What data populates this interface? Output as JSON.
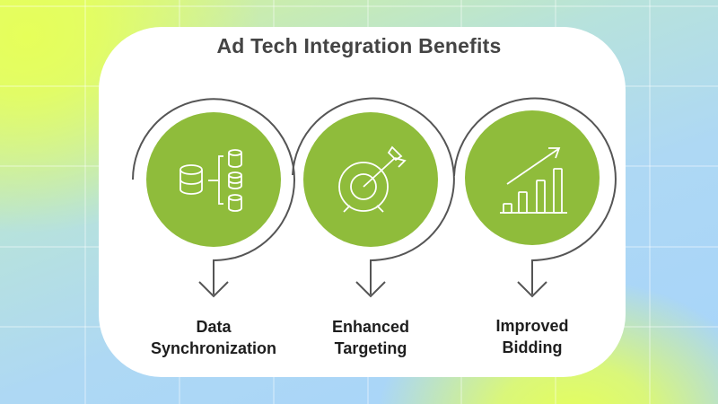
{
  "title": "Ad Tech Integration Benefits",
  "colors": {
    "accent_green": "#8fbc3b",
    "ring_stroke": "#555555",
    "title_text": "#444444",
    "label_text": "#1e1e1e"
  },
  "steps": [
    {
      "label_line1": "Data",
      "label_line2": "Synchronization",
      "icon": "database-sync-icon"
    },
    {
      "label_line1": "Enhanced",
      "label_line2": "Targeting",
      "icon": "target-arrow-icon"
    },
    {
      "label_line1": "Improved",
      "label_line2": "Bidding",
      "icon": "growth-chart-icon"
    }
  ]
}
